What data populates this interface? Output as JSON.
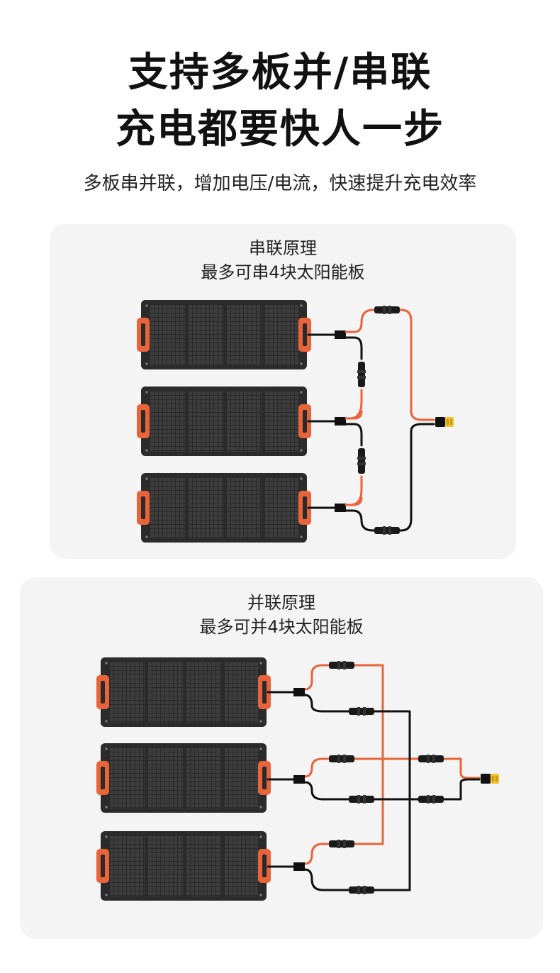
{
  "header": {
    "title_line1": "支持多板并/串联",
    "title_line2": "充电都要快人一步",
    "subtitle": "多板串并联，增加电压/电流，快速提升充电效率"
  },
  "series_section": {
    "title_line1": "串联原理",
    "title_line2": "最多可串4块太阳能板",
    "panel_count_shown": 3
  },
  "parallel_section": {
    "title_line1": "并联原理",
    "title_line2": "最多可并4块太阳能板",
    "panel_count_shown": 3
  },
  "colors": {
    "panel_frame": "#2e2e2e",
    "panel_cell": "#3a3a3a",
    "handle": "#e8643a",
    "cable_red": "#e8643a",
    "cable_black": "#111111",
    "xt60_yellow": "#f2c230",
    "box_bg": "#f4f4f4"
  }
}
